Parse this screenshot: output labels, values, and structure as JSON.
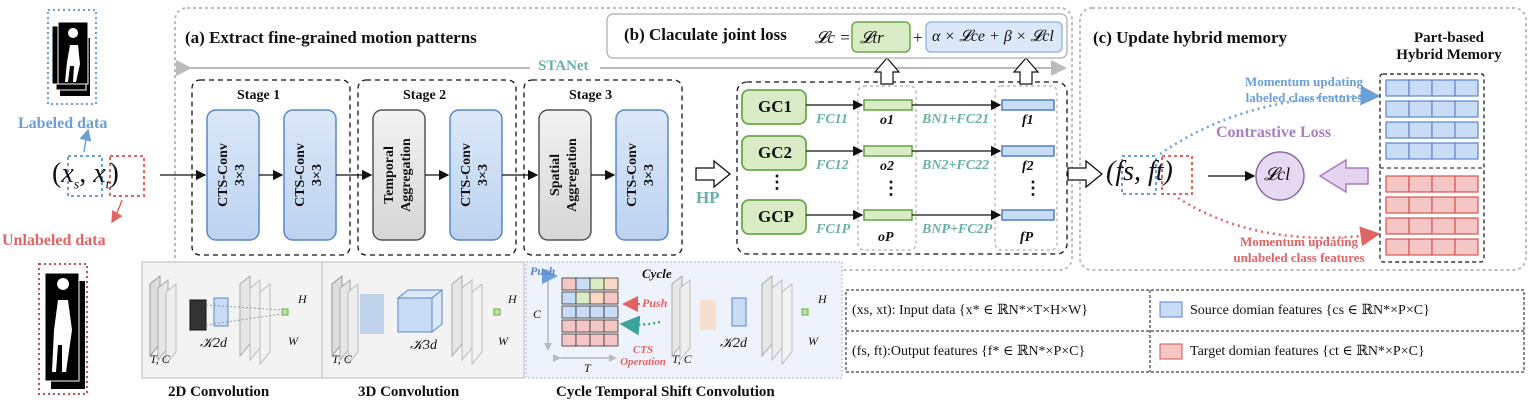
{
  "inputs": {
    "labeled_data": "Labeled data",
    "unlabeled_data": "Unlabeled data",
    "pair": "(xs, xt)",
    "pair_xs": "x",
    "pair_xs_sub": "s",
    "pair_xt": "x",
    "pair_xt_sub": "t"
  },
  "section_a": {
    "title": "(a) Extract fine-grained motion patterns",
    "network_name": "STANet",
    "stages": [
      {
        "label": "Stage 1",
        "blocks": [
          "CTS-Conv 3×3",
          "CTS-Conv 3×3"
        ]
      },
      {
        "label": "Stage 2",
        "blocks": [
          "Temporal Aggregation",
          "CTS-Conv 3×3"
        ]
      },
      {
        "label": "Stage 3",
        "blocks": [
          "Spatial Aggregation",
          "CTS-Conv 3×3"
        ]
      }
    ],
    "block_line1": [
      "CTS-Conv",
      "CTS-Conv",
      "Temporal",
      "CTS-Conv",
      "Spatial",
      "CTS-Conv"
    ],
    "block_line2": [
      "3×3",
      "3×3",
      "Aggregation",
      "3×3",
      "Aggregation",
      "3×3"
    ],
    "hp_label": "HP"
  },
  "section_b": {
    "title": "(b) Claculate joint loss",
    "loss_lhs": "𝓛c =",
    "loss_tr": "𝓛tr",
    "plus": "+",
    "loss_rest": "α × 𝓛ce + β × 𝓛cl",
    "gc_labels": [
      "GC1",
      "GC2",
      "GCP"
    ],
    "fc_labels": [
      "FC11",
      "FC12",
      "FC1P"
    ],
    "o_labels": [
      "o1",
      "o2",
      "oP"
    ],
    "bnfc_labels": [
      "BN1+FC21",
      "BN2+FC22",
      "BNP+FC2P"
    ],
    "f_labels": [
      "f1",
      "f2",
      "fP"
    ],
    "dots": "⋮"
  },
  "section_c": {
    "title": "(c) Update hybrid memory",
    "memory_title_line1": "Part-based",
    "memory_title_line2": "Hybrid Memory",
    "momentum_labeled_line1": "Momentum updating",
    "momentum_labeled_line2": "labeled class features",
    "momentum_unlabeled_line1": "Momentum updating",
    "momentum_unlabeled_line2": "unlabeled class features",
    "contrastive_loss": "Contrastive Loss",
    "loss_symbol": "𝓛cl",
    "pair": "(fs, ft)"
  },
  "bottom": {
    "conv2d_caption": "2D Convolution",
    "conv3d_caption": "3D Convolution",
    "cts_caption": "Cycle Temporal Shift Convolution",
    "k2d": "𝒦2d",
    "k3d": "𝒦3d",
    "tc": "T, C",
    "h": "H",
    "w": "W",
    "c": "C",
    "t": "T",
    "push": "Push",
    "cycle": "Cycle",
    "cts_operation_line1": "CTS",
    "cts_operation_line2": "Operation"
  },
  "legend": {
    "input_text": "(xs, xt): Input data {x* ∈ ℝN*×T×H×W}",
    "output_text": "(fs, ft):Output features {f* ∈ ℝN*×P×C}",
    "source_text": "Source domian features {cs ∈ ℝN*×P×C}",
    "target_text": "Target domian features {ct ∈ ℝN*×P×C}"
  },
  "colors": {
    "blue_fill": "#c9dcf5",
    "blue_stroke": "#5a86c9",
    "gray_fill": "#e3e3e3",
    "green_fill": "#d9ecc6",
    "green_stroke": "#6aa84f",
    "red_fill": "#f4c6c6",
    "red_stroke": "#d9534f",
    "teal_text": "#6ab0a8",
    "blue_text": "#6a9fd8",
    "red_text": "#e06464",
    "purple_text": "#a77fc4"
  }
}
